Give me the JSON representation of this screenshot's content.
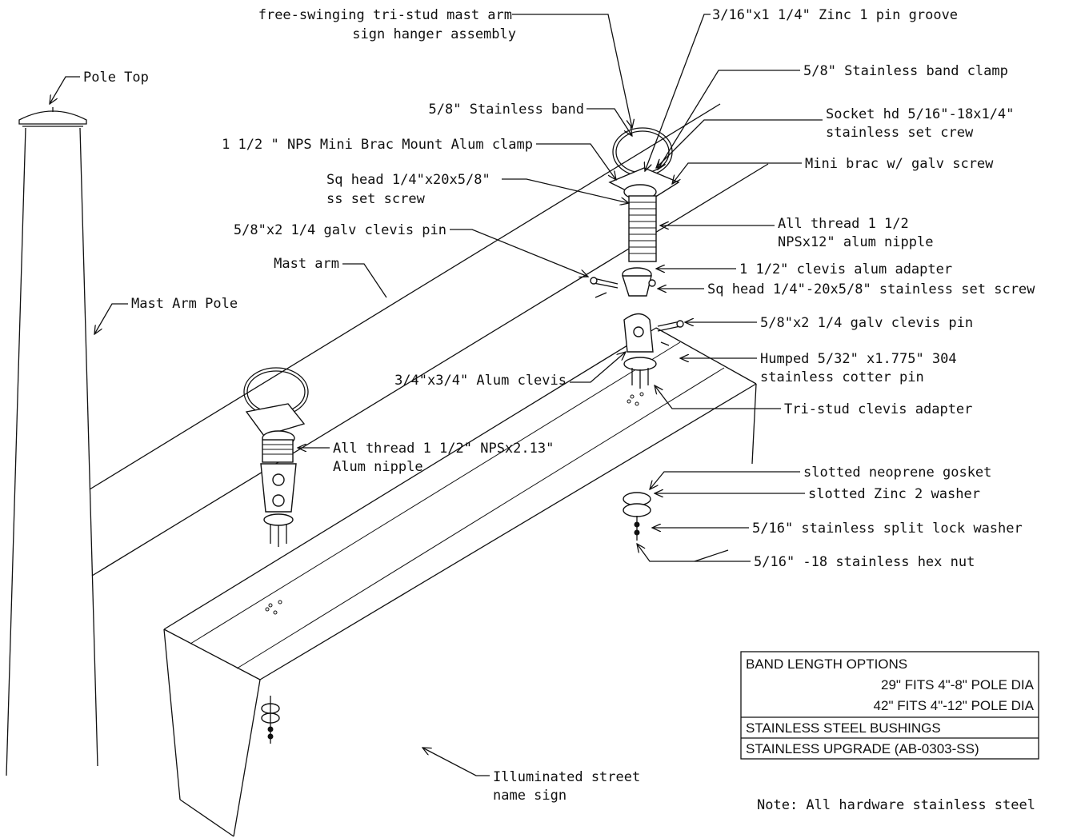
{
  "labels": {
    "free_swinging_1": "free-swinging tri-stud mast arm",
    "free_swinging_2": "sign hanger assembly",
    "zinc_pin_groove": "3/16\"x1 1/4\" Zinc 1 pin groove",
    "band_clamp": "5/8\" Stainless band clamp",
    "socket_hd_1": "Socket hd 5/16\"-18x1/4\"",
    "socket_hd_2": "stainless set crew",
    "stainless_band": "5/8\" Stainless band",
    "nps_clamp": "1 1/2 \" NPS Mini Brac Mount Alum clamp",
    "mini_brac": "Mini brac w/ galv screw",
    "sq_head_1": "Sq head 1/4\"x20x5/8\"",
    "sq_head_2": "ss set screw",
    "all_thread_12_1": "All thread 1 1/2",
    "all_thread_12_2": "NPSx12\" alum nipple",
    "clevis_pin_left": "5/8\"x2 1/4 galv clevis pin",
    "clevis_adapter": "1 1/2\" clevis alum adapter",
    "sq_head_ss": "Sq head 1/4\"-20x5/8\" stainless set screw",
    "mast_arm": "Mast arm",
    "clevis_pin_right": "5/8\"x2 1/4 galv clevis pin",
    "humped_1": "Humped 5/32\" x1.775\" 304",
    "humped_2": "stainless cotter pin",
    "pole_top": "Pole Top",
    "mast_arm_pole": "Mast Arm Pole",
    "alum_clevis": "3/4\"x3/4\" Alum clevis",
    "tri_stud": "Tri-stud clevis adapter",
    "all_thread_213_1": "All thread 1 1/2\" NPSx2.13\"",
    "all_thread_213_2": "Alum nipple",
    "neoprene": "slotted neoprene gosket",
    "zinc_washer": "slotted Zinc 2 washer",
    "lock_washer": "5/16\" stainless split lock washer",
    "hex_nut": "5/16\" -18 stainless hex nut",
    "street_sign_1": "Illuminated street",
    "street_sign_2": "name sign",
    "note": "Note: All hardware stainless steel"
  },
  "options_table": {
    "title": "BAND LENGTH OPTIONS",
    "row_29": "29\" FITS 4\"-8\" POLE DIA",
    "row_42": "42\" FITS 4\"-12\" POLE DIA",
    "bushings": "STAINLESS STEEL BUSHINGS",
    "upgrade": "STAINLESS UPGRADE (AB-0303-SS)"
  }
}
